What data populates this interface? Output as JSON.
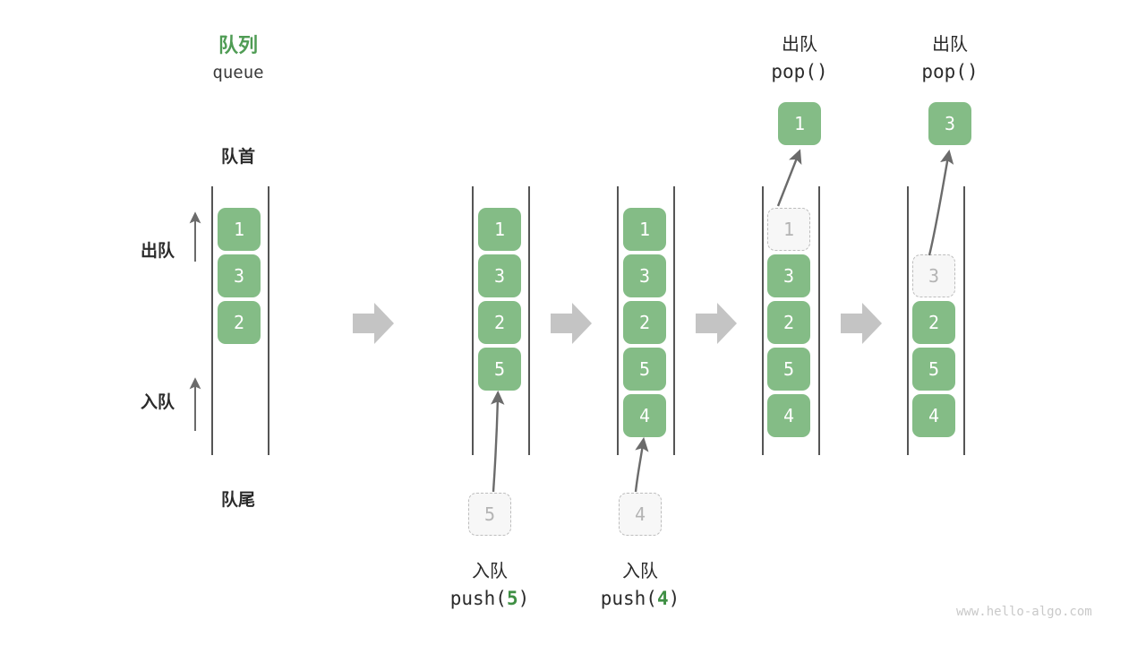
{
  "diagram": {
    "title_cn": "队列",
    "title_en": "queue",
    "front_label": "队首",
    "rear_label": "队尾",
    "dequeue_label": "出队",
    "enqueue_label": "入队",
    "accent_color": "#4f9c54",
    "element_color": "#84bc86",
    "ghost_color": "#f7f7f7",
    "arrow_color": "#c4c4c4",
    "watermark": "www.hello-algo.com"
  },
  "stages": [
    {
      "id": "initial",
      "cells": [
        "1",
        "3",
        "2"
      ],
      "ghost_index": null,
      "ghost_value": null,
      "caption_cn": null,
      "caption_code": null,
      "op_cn": null,
      "op_code": null,
      "popped_value": null,
      "pushed_value": null
    },
    {
      "id": "push-5",
      "cells": [
        "1",
        "3",
        "2",
        "5"
      ],
      "ghost_index": null,
      "ghost_value": null,
      "caption_cn": "入队",
      "caption_code_prefix": "push(",
      "caption_code_arg": "5",
      "caption_code_suffix": ")",
      "pushed_value": "5"
    },
    {
      "id": "push-4",
      "cells": [
        "1",
        "3",
        "2",
        "5",
        "4"
      ],
      "ghost_index": null,
      "ghost_value": null,
      "caption_cn": "入队",
      "caption_code_prefix": "push(",
      "caption_code_arg": "4",
      "caption_code_suffix": ")",
      "pushed_value": "4"
    },
    {
      "id": "pop-1",
      "cells": [
        "3",
        "2",
        "5",
        "4"
      ],
      "ghost_index": 0,
      "ghost_value": "1",
      "op_cn": "出队",
      "op_code": "pop()",
      "popped_value": "1"
    },
    {
      "id": "pop-3",
      "cells": [
        "2",
        "5",
        "4"
      ],
      "ghost_index": 1,
      "ghost_value": "3",
      "op_cn": "出队",
      "op_code": "pop()",
      "popped_value": "3"
    }
  ],
  "flow_arrows": [
    {
      "name": "flow-arrow-1"
    },
    {
      "name": "flow-arrow-2"
    },
    {
      "name": "flow-arrow-3"
    },
    {
      "name": "flow-arrow-4"
    }
  ]
}
